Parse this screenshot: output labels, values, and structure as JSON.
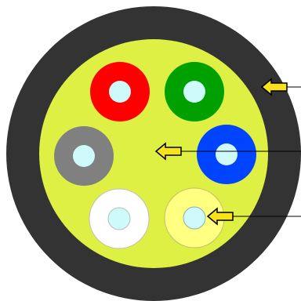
{
  "diagram": {
    "colors": {
      "background": "#ffffff",
      "jacket": "#333333",
      "filler": "#ddf043",
      "fiber_core": "#cffafb",
      "arrow_fill": "#f7e21b",
      "arrow_stroke": "#000000"
    },
    "fibers": [
      {
        "color_name": "red",
        "color": "#ff0000"
      },
      {
        "color_name": "green",
        "color": "#00a000"
      },
      {
        "color_name": "gray",
        "color": "#808080"
      },
      {
        "color_name": "blue",
        "color": "#0044ff"
      },
      {
        "color_name": "white",
        "color": "#ffffff"
      },
      {
        "color_name": "yellow",
        "color": "#ffff80"
      }
    ],
    "callouts": [
      {
        "target": "outer-jacket"
      },
      {
        "target": "filler"
      },
      {
        "target": "fiber-core"
      }
    ]
  }
}
